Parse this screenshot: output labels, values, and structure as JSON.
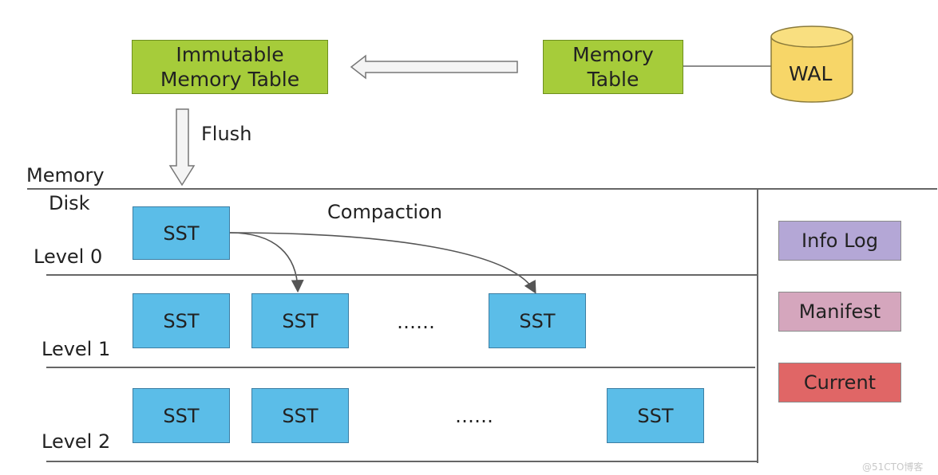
{
  "memory": {
    "immutable_table": "Immutable Memory Table",
    "memory_table": "Memory Table",
    "wal": "WAL",
    "flush_label": "Flush"
  },
  "boundary": {
    "memory_label": "Memory",
    "disk_label": "Disk"
  },
  "compaction_label": "Compaction",
  "levels": [
    {
      "label": "Level 0",
      "ellipsis": "",
      "sst": [
        "SST"
      ]
    },
    {
      "label": "Level 1",
      "ellipsis": "……",
      "sst": [
        "SST",
        "SST",
        "SST"
      ]
    },
    {
      "label": "Level 2",
      "ellipsis": "……",
      "sst": [
        "SST",
        "SST",
        "SST"
      ]
    }
  ],
  "side_files": {
    "info_log": "Info Log",
    "manifest": "Manifest",
    "current": "Current"
  },
  "colors": {
    "memory_box": "#a6cc3a",
    "sst_box": "#5bbde8",
    "wal": "#f7d668",
    "info_log": "#b4a7d6",
    "manifest": "#d5a6bd",
    "current": "#e06666"
  },
  "watermark": "@51CTO博客"
}
